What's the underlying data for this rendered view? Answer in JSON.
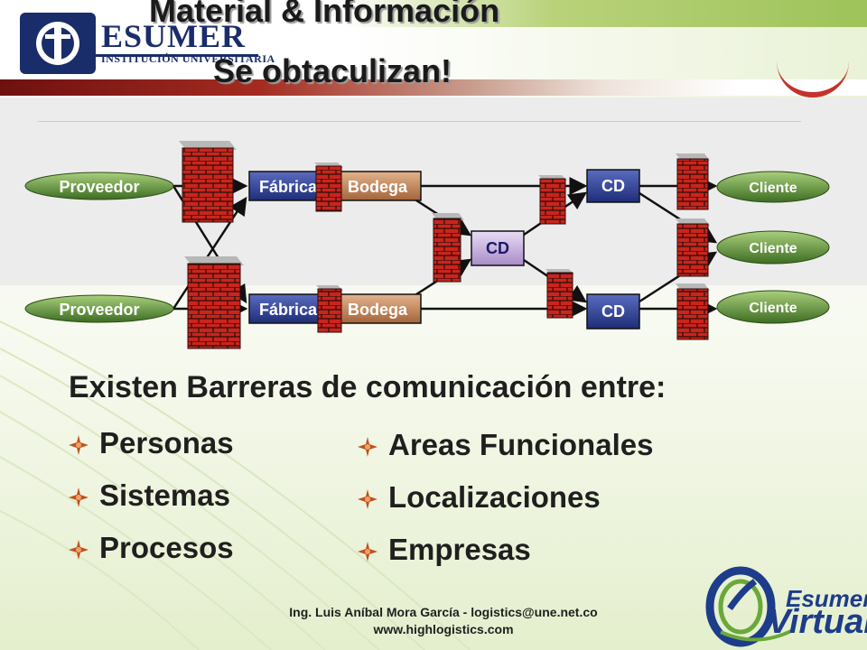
{
  "header": {
    "logo_word": "ESUMER",
    "logo_sub": "INSTITUCIÓN UNIVERSITARIA",
    "title_line1": "Material & Información",
    "title_line2": "Se obtaculizan!"
  },
  "diagram": {
    "proveedor": "Proveedor",
    "fabrica": "Fábrica",
    "bodega": "Bodega",
    "cd": "CD",
    "cliente": "Cliente"
  },
  "barriers": {
    "intro": "Existen Barreras de comunicación entre:",
    "left_items": [
      "Personas",
      "Sistemas",
      "Procesos"
    ],
    "right_items": [
      "Areas Funcionales",
      "Localizaciones",
      "Empresas"
    ]
  },
  "footer": {
    "line1": "Ing.  Luis Aníbal Mora García - logistics@une.net.co",
    "line2": "www.highlogistics.com"
  },
  "ev_logo": {
    "word1": "Esumer",
    "word2": "Virtual"
  },
  "colors": {
    "node_blue": "#2f3f8f",
    "node_cd": "#c8b4e0",
    "node_bodega": "#c7936a",
    "cliente_green": "#4e7f2d",
    "brick": "#c9251c"
  }
}
